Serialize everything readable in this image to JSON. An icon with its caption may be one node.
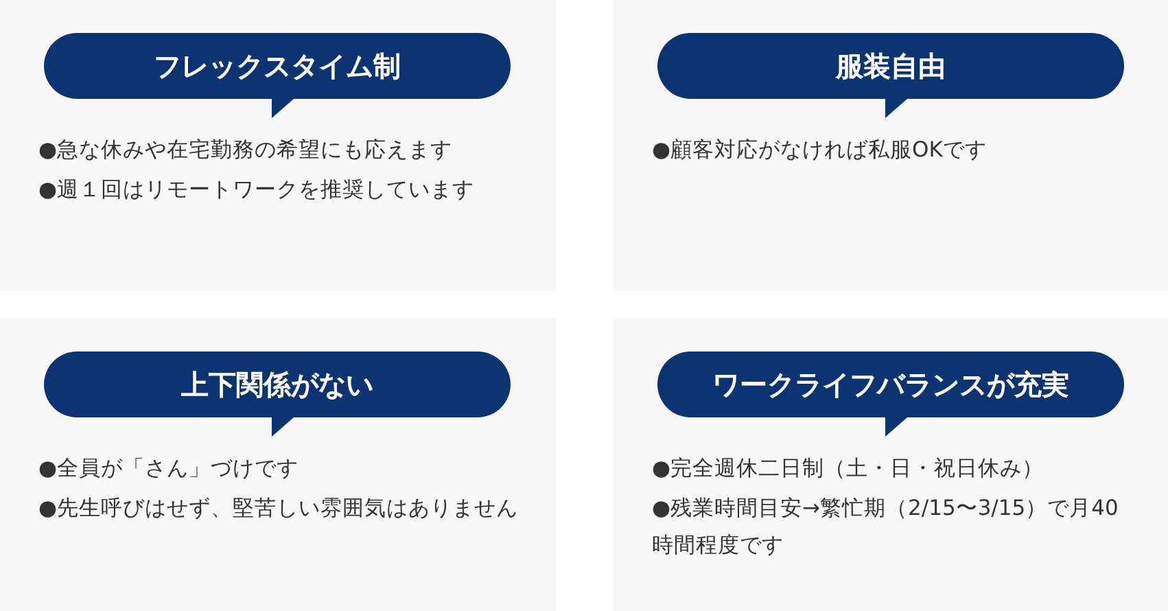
{
  "diagram": {
    "nodes": [
      {
        "text": [
          "●急な休みや在宅勤務の希望にも応えます",
          "●週１回はリモートワークを推奨しています"
        ]
      },
      {
        "text": [
          "フレックスタイム制"
        ],
        "in": 0
      },
      {
        "text": [
          "●顧客対応がなければ私服OKです"
        ]
      },
      {
        "text": [
          "服装自由"
        ],
        "in": 2
      },
      {
        "text": [
          "●全員が「さん」づけです",
          "●先生呼びはせず、堅苦しい雰囲気はありません"
        ]
      },
      {
        "text": [
          "上下関係がない"
        ],
        "in": 4
      },
      {
        "text": [
          "●完全週休二日制（土・日・祝日休み）",
          "●残業時間目安→繁忙期（2/15〜3/15）で月40時間程度です"
        ]
      },
      {
        "text": [
          "ワークライフバランスが充実"
        ],
        "in": 6
      }
    ]
  }
}
